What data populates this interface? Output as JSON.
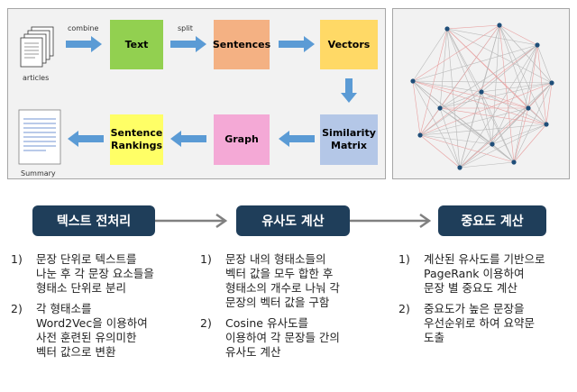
{
  "pipeline": {
    "articles_label": "articles",
    "combine_label": "combine",
    "split_label": "split",
    "text_box": "Text",
    "sentences_box": "Sentences",
    "vectors_box": "Vectors",
    "similarity_box": "Similarity\nMatrix",
    "graph_box": "Graph",
    "rankings_box": "Sentence\nRankings",
    "summary_label": "Summary",
    "colors": {
      "text": "#92d050",
      "sentences": "#f4b183",
      "vectors": "#ffd966",
      "similarity": "#b4c7e7",
      "graph": "#f4a9d6",
      "rankings": "#ffff66",
      "arrow": "#5b9bd5"
    }
  },
  "steps": [
    {
      "title": "텍스트 전처리",
      "items": [
        {
          "num": "1)",
          "text": "문장 단위로 텍스트를\n나눈 후 각 문장 요소들을\n형태소 단위로 분리"
        },
        {
          "num": "2)",
          "text": "각 형태소를\nWord2Vec을 이용하여\n사전 훈련된 유의미한\n벡터 값으로 변환"
        }
      ]
    },
    {
      "title": "유사도 계산",
      "items": [
        {
          "num": "1)",
          "text": "문장 내의 형태소들의\n벡터 값을 모두 합한  후\n형태소의 개수로 나눠 각\n문장의 벡터 값을 구함"
        },
        {
          "num": "2)",
          "text": "Cosine 유사도를\n이용하여 각 문장들 간의\n유사도 계산"
        }
      ]
    },
    {
      "title": "중요도 계산",
      "items": [
        {
          "num": "1)",
          "text": "계산된 유사도를 기반으로\nPageRank 이용하여\n문장 별 중요도 계산"
        },
        {
          "num": "2)",
          "text": "중요도가 높은 문장을\n우선순위로 하여 요약문\n도출"
        }
      ]
    }
  ]
}
